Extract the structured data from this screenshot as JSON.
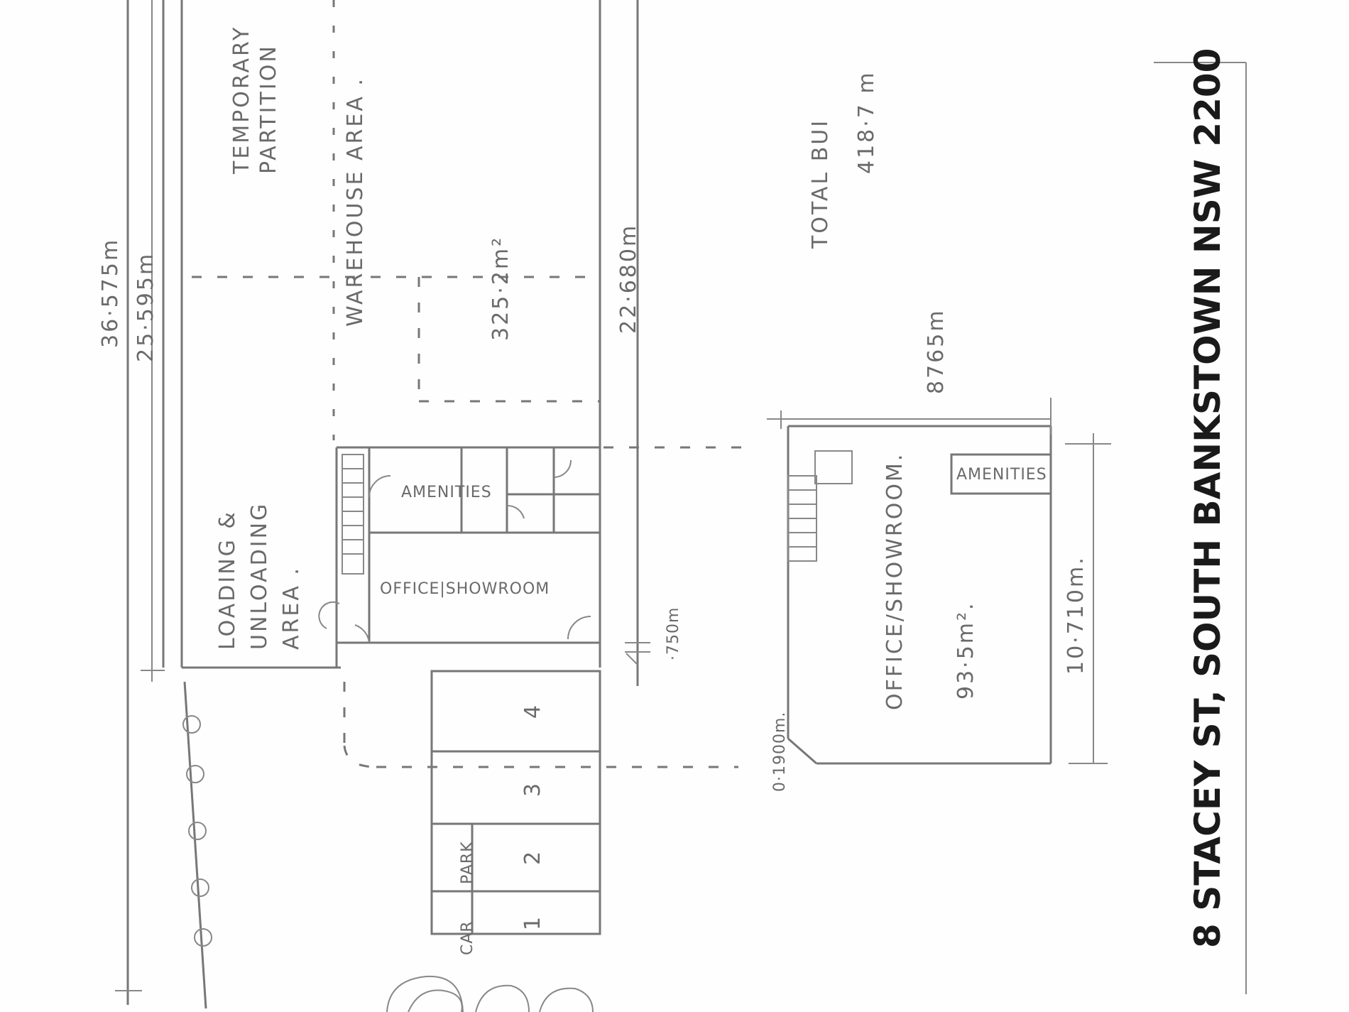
{
  "address": "8 STACEY ST, SOUTH BANKSTOWN NSW 2200",
  "dimensions": {
    "overall_length": "36·575m",
    "building_length": "25·595m",
    "warehouse_length": "22·680m",
    "rear_width": "8765m",
    "upper_depth": "10·710m.",
    "small_offset": "·750m",
    "corner_offset": "0·1900m."
  },
  "areas": {
    "warehouse_label": "WAREHOUSE AREA .",
    "warehouse_area": "325·2m²",
    "loading_label_1": "LOADING &",
    "loading_label_2": "UNLOADING",
    "loading_label_3": "AREA .",
    "partition_label_1": "TEMPORARY",
    "partition_label_2": "PARTITION",
    "amenities_ground": "AMENITIES",
    "office_ground": "OFFICE|SHOWROOM",
    "office_upper": "OFFICE/SHOWROOM.",
    "office_upper_area": "93·5m².",
    "amenities_upper": "AMENITIES",
    "total_label": "TOTAL BUI",
    "total_value": "418·7 m"
  },
  "car_park": {
    "label_1": "CAR",
    "label_2": "PARK",
    "bays": [
      "1",
      "2",
      "3",
      "4"
    ]
  }
}
